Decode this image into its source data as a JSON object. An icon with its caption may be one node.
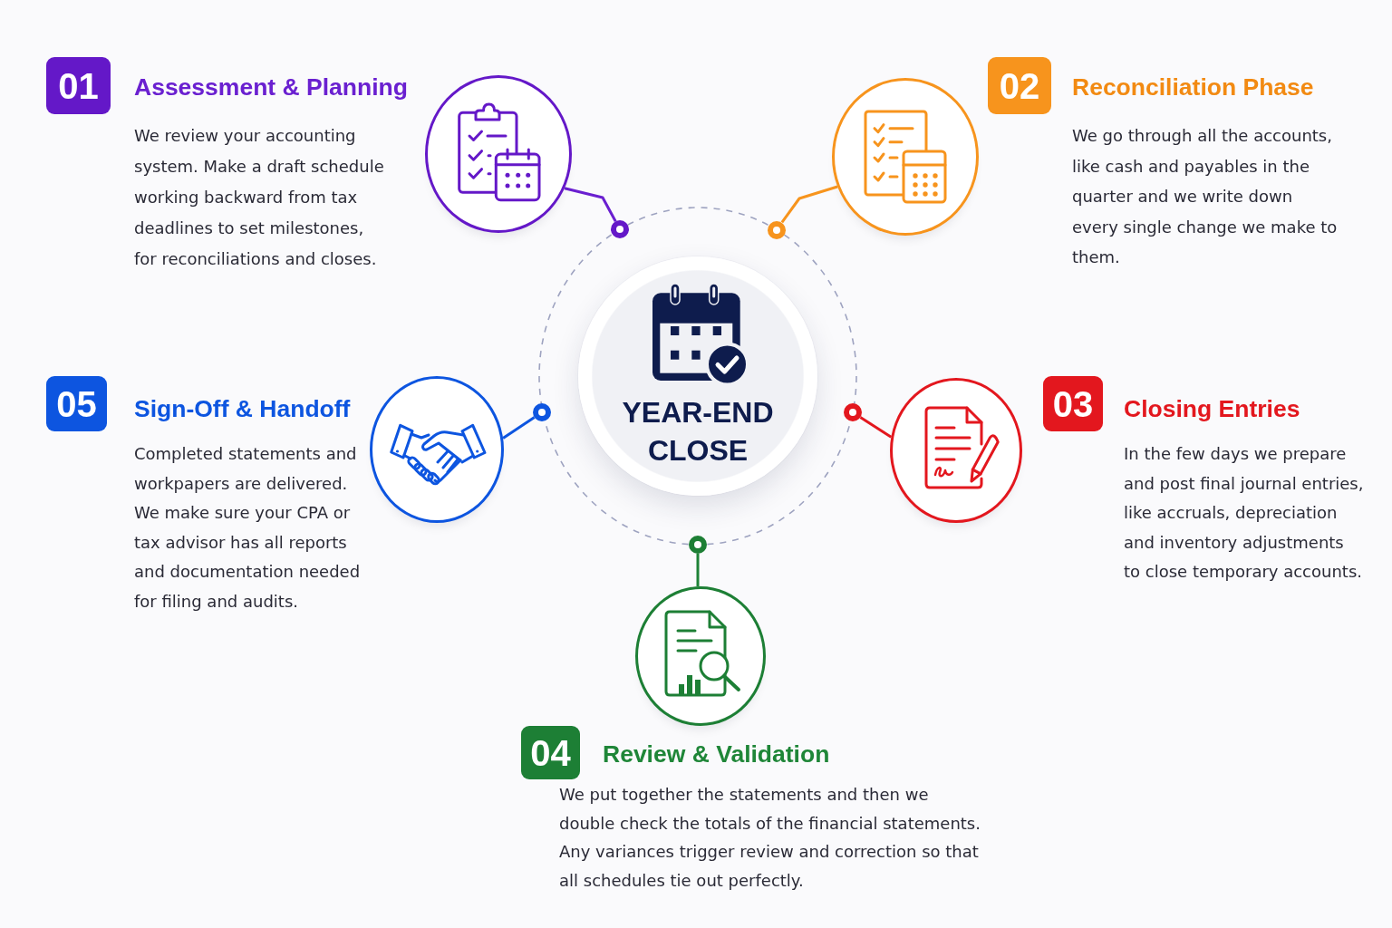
{
  "diagram": {
    "nodes": [
      {
        "text": [
          "01"
        ],
        "beside": [
          "Assessment & Planning",
          "We review your accounting system. Make a draft schedule working backward from tax deadlines to set milestones, for reconciliations and closes."
        ]
      },
      {
        "text": [],
        "shape": "circle"
      },
      {
        "text": [],
        "shape": "circle"
      },
      {
        "text": [],
        "shape": "circle"
      },
      {
        "text": [],
        "shape": "circle"
      },
      {
        "text": [
          "02"
        ],
        "beside": [
          "Reconciliation Phase",
          "We go through all the accounts, like cash and payables in the quarter and we write down every single change we make to them."
        ]
      },
      {
        "text": [
          "05"
        ],
        "beside": [
          "Sign-Off & Handoff"
        ]
      },
      {
        "text": [],
        "shape": "circle",
        "beside": [
          "Completed statements and workpapers are delivered. We make sure your CPA or tax advisor has all reports and documentation needed for filing and audits."
        ]
      },
      {
        "text": [],
        "shape": "circle"
      },
      {
        "text": [
          "YEAR-END CLOSE"
        ]
      },
      {
        "text": [],
        "shape": "circle"
      },
      {
        "text": [],
        "shape": "circle"
      },
      {
        "text": [
          "03"
        ],
        "beside": [
          "Closing Entries",
          "In the few days we prepare and post final journal entries, like accruals, depreciation and inventory adjustments to close temporary accounts."
        ]
      },
      {
        "text": [],
        "shape": "circle"
      },
      {
        "text": [],
        "shape": "circle"
      },
      {
        "text": [
          "04"
        ],
        "beside": [
          "Review & Validation",
          "We put together the statements and then we double check the totals of the financial statements. Any variances trigger review and correction so that all schedules tie out perfectly."
        ]
      }
    ],
    "edges": [
      {
        "from": 1,
        "to": 2,
        "arrow": "none",
        "color": "#6a1fd0"
      },
      {
        "from": 4,
        "to": 3,
        "arrow": "none",
        "color": "#f7941d"
      },
      {
        "from": 7,
        "to": 8,
        "arrow": "none",
        "color": "#0d55e0"
      },
      {
        "from": 11,
        "to": 10,
        "arrow": "none",
        "color": "#e3171e"
      },
      {
        "from": 14,
        "to": 13,
        "arrow": "none",
        "color": "#1d8236"
      }
    ]
  }
}
